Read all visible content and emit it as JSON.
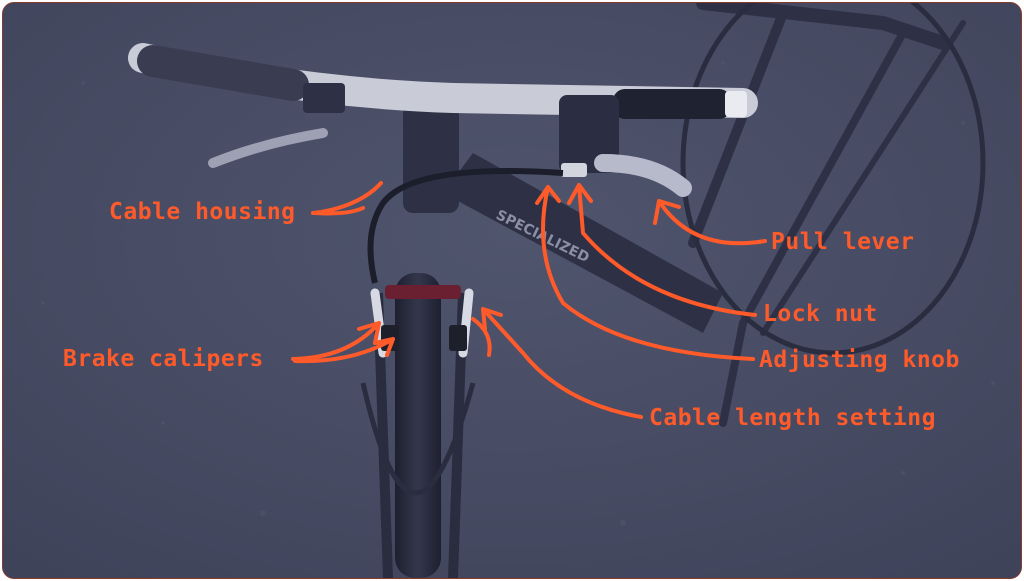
{
  "colors": {
    "annotation": "#ff5a2a",
    "background": "#454a63",
    "ground": "#4a4f68",
    "bike_frame": "#2e3146",
    "handlebar_white": "#c9cbd6",
    "grip": "#1f2230"
  },
  "annotations": {
    "cable_housing": "Cable housing",
    "pull_lever": "Pull lever",
    "lock_nut": "Lock nut",
    "adjusting_knob": "Adjusting knob",
    "brake_calipers": "Brake calipers",
    "cable_length_setting": "Cable length setting"
  },
  "photo": {
    "downtube_text": "SPECIALIZED"
  }
}
